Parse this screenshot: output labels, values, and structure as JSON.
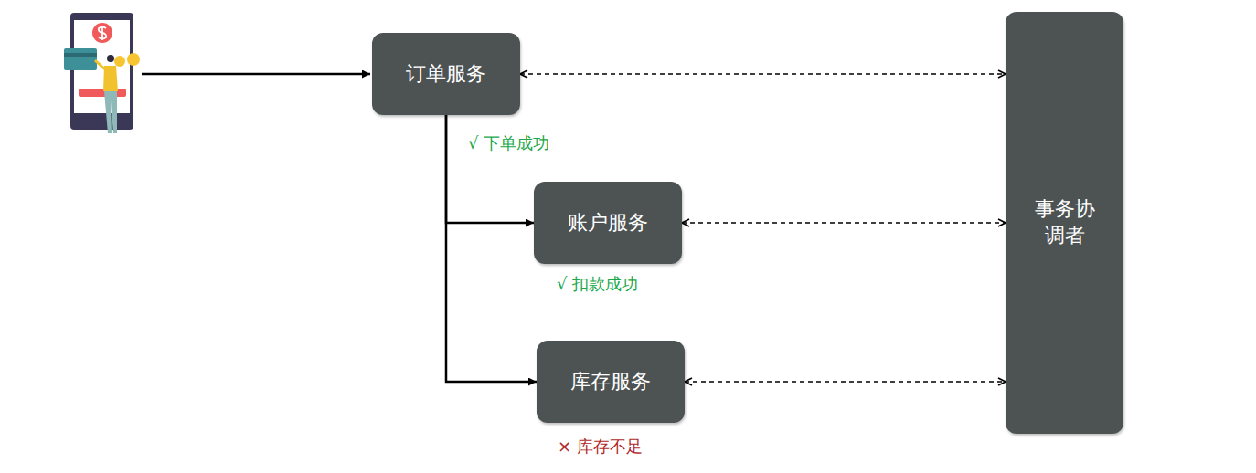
{
  "diagram": {
    "nodes": [
      {
        "text": [
          "订单服务"
        ]
      },
      {
        "text": [
          "账户服务"
        ]
      },
      {
        "text": [
          "库存服务"
        ]
      },
      {
        "text": [
          "事务协调者"
        ]
      }
    ],
    "edges": [
      {
        "from": 0,
        "to": 1,
        "arrow": "to"
      },
      {
        "from": 0,
        "to": 2,
        "arrow": "to"
      },
      {
        "from": 0,
        "to": 3,
        "arrow": "both"
      },
      {
        "from": 1,
        "to": 3,
        "arrow": "both"
      },
      {
        "from": 2,
        "to": 3,
        "arrow": "both"
      }
    ],
    "labels": [
      "√  下单成功",
      "√  扣款成功",
      "×  库存不足"
    ]
  }
}
